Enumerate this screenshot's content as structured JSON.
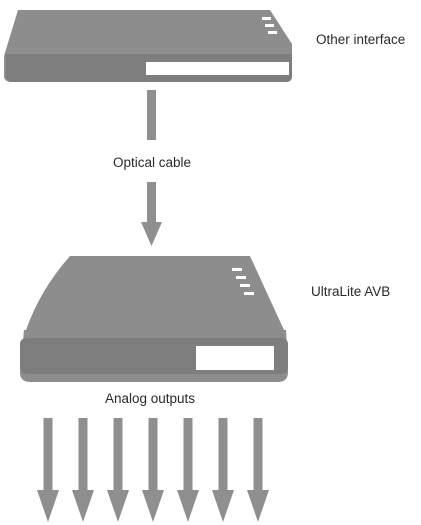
{
  "labels": {
    "top_device": "Other interface",
    "connection": "Optical cable",
    "bottom_device": "UltraLite AVB",
    "outputs": "Analog outputs"
  },
  "output_arrow_count": 7,
  "colors": {
    "device_fill": "#8d8d8d",
    "device_dark": "#6e6e6e",
    "panel_fill": "#ffffff",
    "arrow_fill": "#8f8f8f",
    "text": "#2a2a2a"
  }
}
